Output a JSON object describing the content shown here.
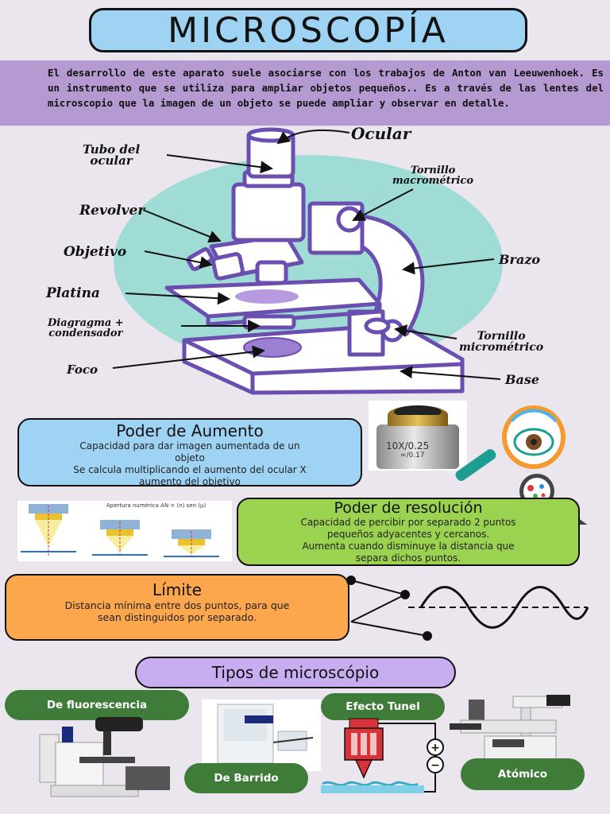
{
  "title": "MICROSCOPÍA",
  "intro": "El desarrollo de este aparato suele asociarse con los trabajos de Anton van Leeuwenhoek. Es un instrumento que se utiliza para ampliar objetos pequeños.. Es a través de las lentes del microscopio que la imagen de un objeto se puede ampliar y observar en detalle.",
  "diagram": {
    "labels": {
      "ocular": "Ocular",
      "tubo_line1": "Tubo del",
      "tubo_line2": "ocular",
      "revolver": "Revolver",
      "objetivo": "Objetivo",
      "platina": "Platina",
      "diagragma_line1": "Diagragma +",
      "diagragma_line2": "condensador",
      "foco": "Foco",
      "macro_line1": "Tornillo",
      "macro_line2": "macrométrico",
      "brazo": "Brazo",
      "micro_line1": "Tornillo",
      "micro_line2": "micrométrico",
      "base": "Base"
    }
  },
  "aumento": {
    "title": "Poder de Aumento",
    "line1": "Capacidad para dar imagen aumentada de un",
    "line2": "objeto",
    "line3": "Se calcula multiplicando el aumento del ocular X",
    "line4": "aumento del  objetivo"
  },
  "objective_lens": {
    "text1": "10X/0.25",
    "text2": "∞/0.17"
  },
  "aperture_figure": {
    "caption": "Apertura numérica   AN = (n) sen (μ)"
  },
  "resolucion": {
    "title": "Poder de resolución",
    "line1": "Capacidad de percibir por separado 2 puntos",
    "line2": "pequeños adyacentes y cercanos.",
    "line3": "Aumenta cuando disminuye la distancia que",
    "line4": "separa dichos puntos."
  },
  "limite": {
    "title": "Límite",
    "line1": "Distancia mínima entre dos puntos, para que",
    "line2": "sean distinguidos por separado."
  },
  "tipos": {
    "title": "Tipos de microscópio",
    "items": [
      "De fluorescencia",
      "De Barrido",
      "Efecto Tunel",
      "Atómico"
    ]
  },
  "colors": {
    "background": "#ebe6ee",
    "title_blue": "#9fd3f3",
    "intro_purple": "#b59ad2",
    "teal_blob": "#9fdcd6",
    "microscope_purple": "#6b4fb0",
    "aumento_blue": "#9fd3f3",
    "resolucion_green": "#9bd24f",
    "limite_orange": "#fca64e",
    "tipos_lilac": "#c8aef0",
    "pill_green": "#3f7c3a"
  }
}
